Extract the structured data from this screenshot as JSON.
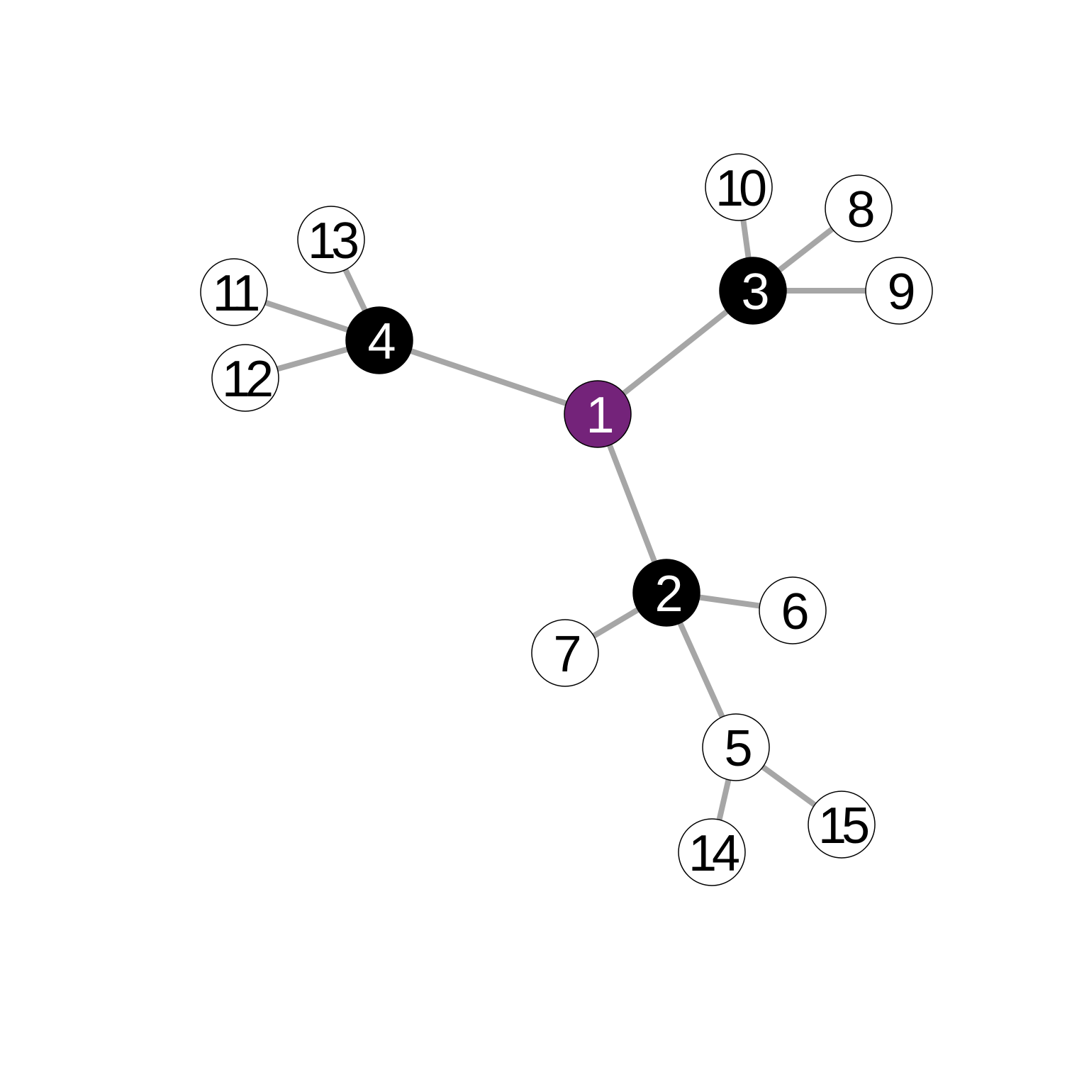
{
  "colors": {
    "edge": "#a6a6a6",
    "root_fill": "#74237a",
    "hub_fill": "#000000",
    "leaf_fill": "#ffffff",
    "node_stroke": "#000000",
    "light_label": "#ffffff",
    "dark_label": "#000000"
  },
  "nodes": [
    {
      "id": "1",
      "label": "1",
      "kind": "root"
    },
    {
      "id": "2",
      "label": "2",
      "kind": "hub"
    },
    {
      "id": "3",
      "label": "3",
      "kind": "hub"
    },
    {
      "id": "4",
      "label": "4",
      "kind": "hub"
    },
    {
      "id": "5",
      "label": "5",
      "kind": "leaf"
    },
    {
      "id": "6",
      "label": "6",
      "kind": "leaf"
    },
    {
      "id": "7",
      "label": "7",
      "kind": "leaf"
    },
    {
      "id": "8",
      "label": "8",
      "kind": "leaf"
    },
    {
      "id": "9",
      "label": "9",
      "kind": "leaf"
    },
    {
      "id": "10",
      "label": "10",
      "kind": "leaf"
    },
    {
      "id": "11",
      "label": "11",
      "kind": "leaf"
    },
    {
      "id": "12",
      "label": "12",
      "kind": "leaf"
    },
    {
      "id": "13",
      "label": "13",
      "kind": "leaf"
    },
    {
      "id": "14",
      "label": "14",
      "kind": "leaf"
    },
    {
      "id": "15",
      "label": "15",
      "kind": "leaf"
    }
  ],
  "edges": [
    [
      "1",
      "2"
    ],
    [
      "1",
      "3"
    ],
    [
      "1",
      "4"
    ],
    [
      "2",
      "5"
    ],
    [
      "2",
      "6"
    ],
    [
      "2",
      "7"
    ],
    [
      "3",
      "8"
    ],
    [
      "3",
      "9"
    ],
    [
      "3",
      "10"
    ],
    [
      "4",
      "11"
    ],
    [
      "4",
      "12"
    ],
    [
      "4",
      "13"
    ],
    [
      "5",
      "14"
    ],
    [
      "5",
      "15"
    ]
  ]
}
